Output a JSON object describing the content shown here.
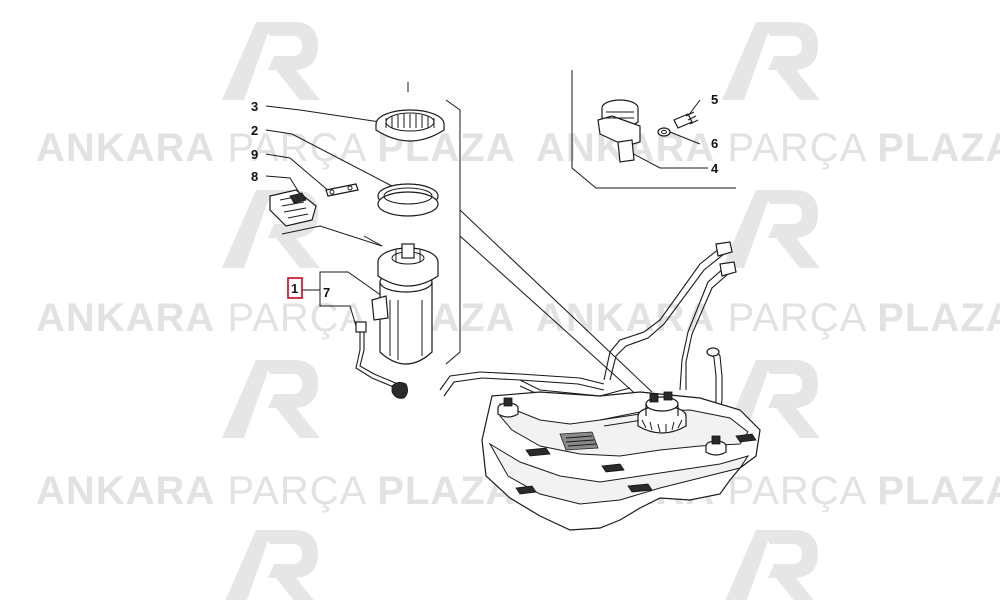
{
  "watermark": {
    "text_a": "ANKARA",
    "text_b": "PARÇA",
    "text_c": "PLAZA",
    "logo_letters": "AP",
    "color_logo": "#e6e6e6",
    "color_text": "#e2e2e2"
  },
  "callouts": {
    "c1": "1",
    "c2": "2",
    "c3": "3",
    "c4": "4",
    "c5": "5",
    "c6": "6",
    "c7": "7",
    "c8": "8",
    "c9": "9"
  },
  "highlight_color": "#d0021b"
}
